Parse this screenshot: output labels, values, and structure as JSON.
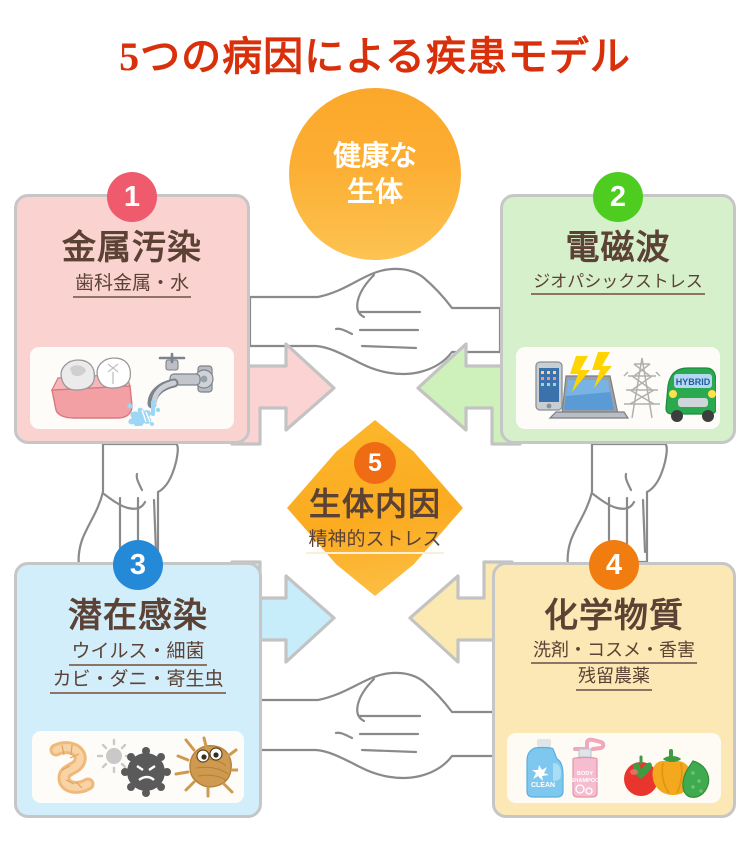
{
  "title": "5つの病因による疾患モデル",
  "title_color": "#d9300c",
  "center_top": {
    "label_line1": "健康な",
    "label_line2": "生体",
    "color": "#fbab2a",
    "text_color": "#ffffff"
  },
  "center": {
    "number": "5",
    "heading": "生体内因",
    "subtitle": "精神的ストレス",
    "color": "#fbab20",
    "badge_color": "#ef6c14",
    "text_color": "#5b4235"
  },
  "cards": [
    {
      "number": "1",
      "heading": "金属汚染",
      "subtitles": [
        "歯科金属・水"
      ],
      "bg_color": "#fad3d1",
      "badge_color": "#ef5b6d",
      "arrow_color": "#fbd3d2",
      "icons": [
        "tooth-icon",
        "faucet-water-icon"
      ]
    },
    {
      "number": "2",
      "heading": "電磁波",
      "subtitles": [
        "ジオパシックストレス"
      ],
      "bg_color": "#d6f0cb",
      "badge_color": "#4fcc20",
      "arrow_color": "#cef0ba",
      "icons": [
        "smartphone-icon",
        "lightning-icon",
        "laptop-icon",
        "power-tower-icon",
        "hybrid-car-icon"
      ]
    },
    {
      "number": "3",
      "heading": "潜在感染",
      "subtitles": [
        "ウイルス・細菌",
        "カビ・ダニ・寄生虫"
      ],
      "bg_color": "#d2eefb",
      "badge_color": "#2489d6",
      "arrow_color": "#c7edfb",
      "icons": [
        "worm-icon",
        "virus-icon",
        "germ-icon",
        "mite-icon"
      ]
    },
    {
      "number": "4",
      "heading": "化学物質",
      "subtitles": [
        "洗剤・コスメ・香害",
        "残留農薬"
      ],
      "bg_color": "#fbe8b4",
      "badge_color": "#f17d10",
      "arrow_color": "#fce9b2",
      "icons": [
        "detergent-bottle-icon",
        "body-shampoo-icon",
        "tomato-icon",
        "bell-pepper-icon",
        "cucumber-icon"
      ],
      "label_detergent": "CLEAN",
      "label_shampoo": "BODY SHAMPOO"
    }
  ],
  "car_label": "HYBRID",
  "connectors": [
    {
      "name": "fist-connector-top",
      "orientation": "horizontal"
    },
    {
      "name": "fist-connector-bottom",
      "orientation": "horizontal"
    },
    {
      "name": "fist-connector-left",
      "orientation": "vertical"
    },
    {
      "name": "fist-connector-right",
      "orientation": "vertical"
    }
  ]
}
